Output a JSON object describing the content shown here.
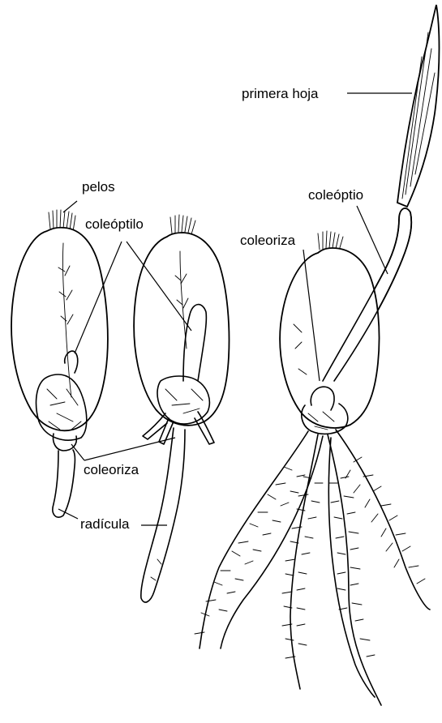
{
  "labels": {
    "pelos": "pelos",
    "coleoptilo": "coleóptilo",
    "coleoriza_left": "coleoriza",
    "radicula": "radícula",
    "primera_hoja": "primera hoja",
    "coleoptio": "coleóptio",
    "coleoriza_right": "coleoriza"
  }
}
